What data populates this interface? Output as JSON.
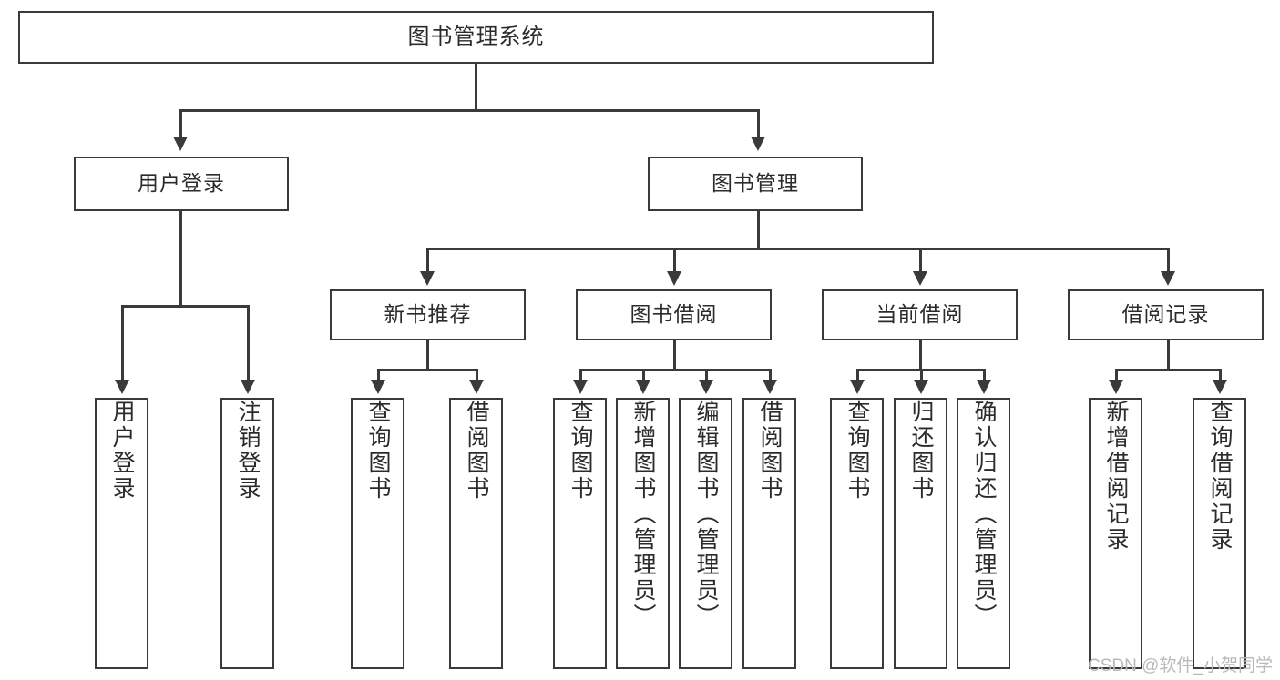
{
  "diagram": {
    "title": "图书管理系统",
    "type": "hierarchy-tree",
    "root": {
      "label": "图书管理系统"
    },
    "level2": [
      {
        "label": "用户登录"
      },
      {
        "label": "图书管理"
      }
    ],
    "level3": [
      {
        "label": "新书推荐"
      },
      {
        "label": "图书借阅"
      },
      {
        "label": "当前借阅"
      },
      {
        "label": "借阅记录"
      }
    ],
    "leaves": {
      "user_login": [
        {
          "label": "用户登录"
        },
        {
          "label": "注销登录"
        }
      ],
      "new_book_recommend": [
        {
          "label": "查询图书"
        },
        {
          "label": "借阅图书"
        }
      ],
      "book_borrow": [
        {
          "label": "查询图书"
        },
        {
          "label": "新增图书（管理员）"
        },
        {
          "label": "编辑图书（管理员）"
        },
        {
          "label": "借阅图书"
        }
      ],
      "current_borrow": [
        {
          "label": "查询图书"
        },
        {
          "label": "归还图书"
        },
        {
          "label": "确认归还（管理员）"
        }
      ],
      "borrow_record": [
        {
          "label": "新增借阅记录"
        },
        {
          "label": "查询借阅记录"
        }
      ]
    }
  },
  "watermark": {
    "text": "CSDN @软件_小贺同学"
  },
  "colors": {
    "stroke": "#3a3a3a",
    "background": "#ffffff",
    "text": "#2b2b2b",
    "watermark": "#b9b9b9"
  }
}
